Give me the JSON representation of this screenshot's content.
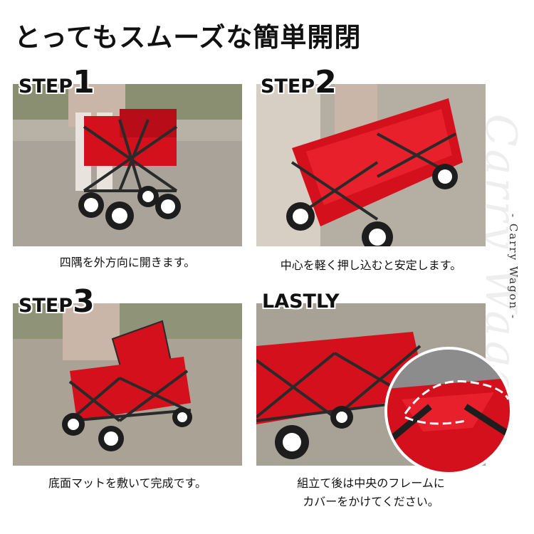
{
  "headline": "とってもスムーズな簡単開閉",
  "steps": [
    {
      "word": "STEP",
      "num": "1",
      "caption": "四隅を外方向に開きます。"
    },
    {
      "word": "STEP",
      "num": "2",
      "caption": "中心を軽く押し込むと安定します。"
    },
    {
      "word": "STEP",
      "num": "3",
      "caption": "底面マットを敷いて完成です。"
    },
    {
      "word": "LASTLY",
      "num": "",
      "caption_line1": "組立て後は中央のフレームに",
      "caption_line2": "カバーをかけてください。"
    }
  ],
  "side_text": "- Carry Wagon -",
  "colors": {
    "wagon_red": "#d4101c",
    "frame_dark": "#2a2a2a",
    "ground": "#a9a39a"
  }
}
